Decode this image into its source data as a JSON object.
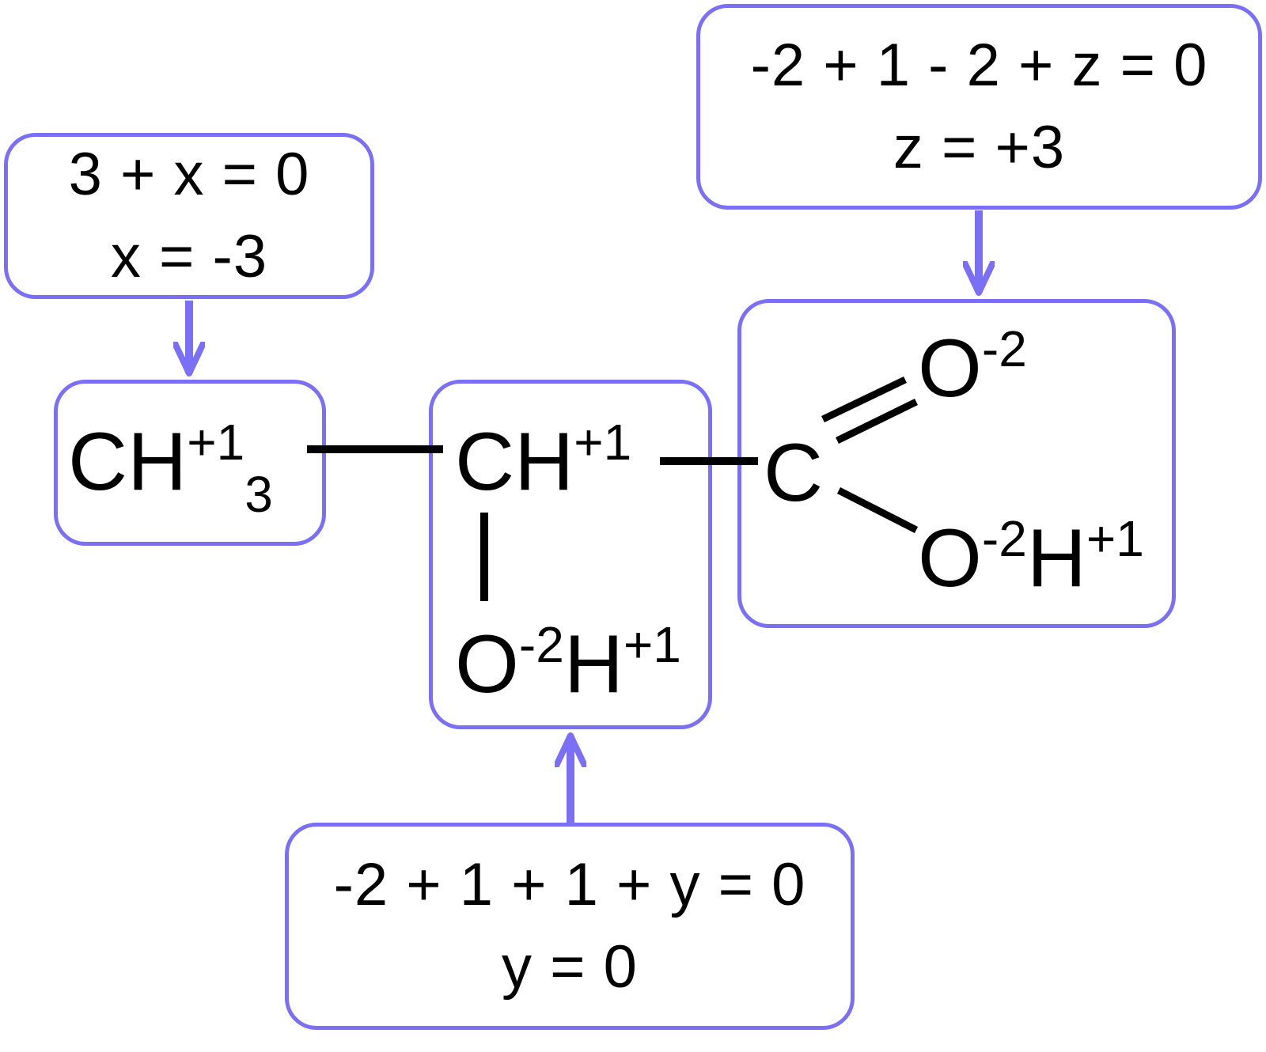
{
  "colors": {
    "accent": "#7b6ff6",
    "bond": "#000000",
    "text": "#000000"
  },
  "equations": {
    "methyl": {
      "line1": "3 + x = 0",
      "line2": "x = -3"
    },
    "carboxyl": {
      "line1": "-2 + 1 - 2 + z = 0",
      "line2": "z = +3"
    },
    "hydroxyl_carbon": {
      "line1": "-2 + 1 + 1 + y = 0",
      "line2": "y = 0"
    }
  },
  "molecule": {
    "methyl": {
      "element1": "C",
      "element2": "H",
      "charge": "+1",
      "subscript": "3"
    },
    "middle_carbon": {
      "element1": "C",
      "element2": "H",
      "charge": "+1"
    },
    "hydroxyl_middle": {
      "element1": "O",
      "charge1": "-2",
      "element2": "H",
      "charge2": "+1"
    },
    "carboxyl_carbon": {
      "element": "C"
    },
    "carbonyl_oxygen": {
      "element": "O",
      "charge": "-2"
    },
    "carboxyl_hydroxyl": {
      "element1": "O",
      "charge1": "-2",
      "element2": "H",
      "charge2": "+1"
    }
  }
}
